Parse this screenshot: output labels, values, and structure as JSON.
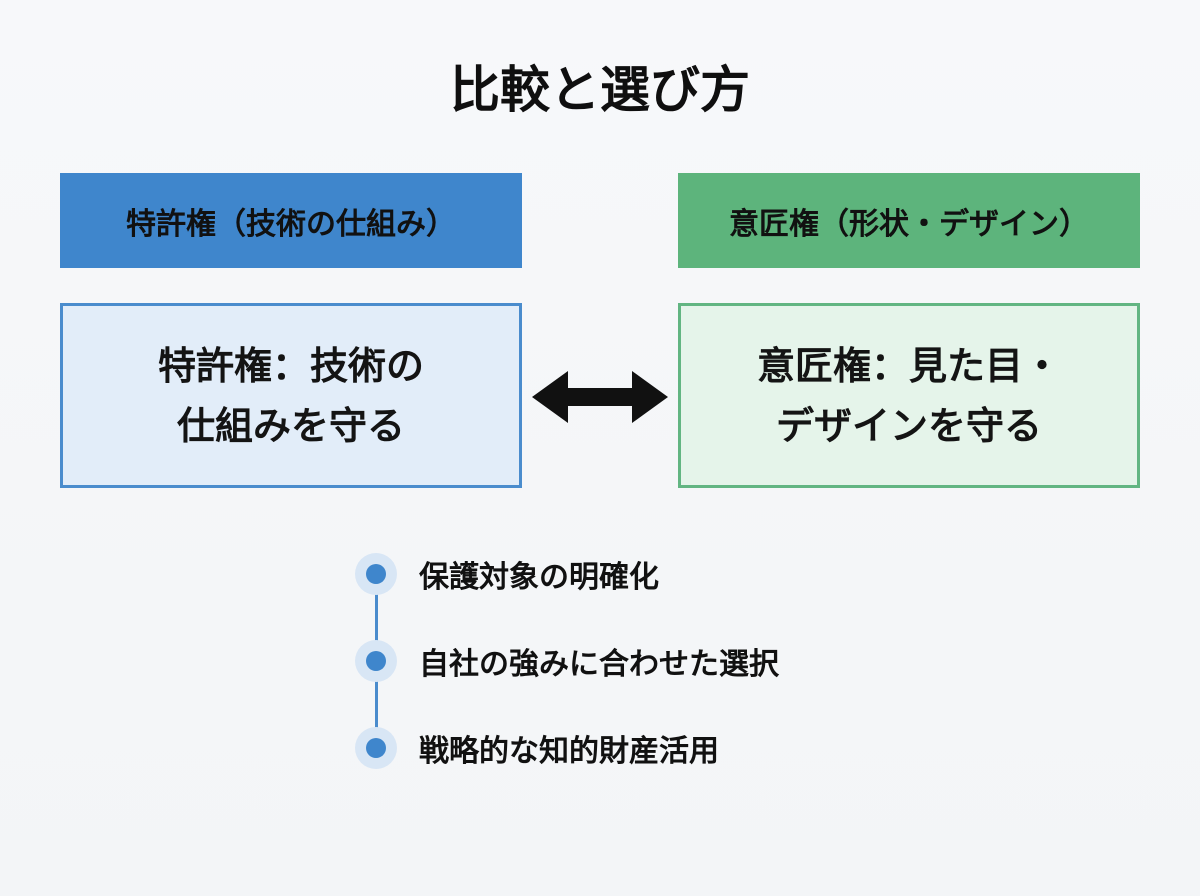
{
  "title": "比較と選び方",
  "left": {
    "header": "特許権（技術の仕組み）",
    "body_line1": "特許権：技術の",
    "body_line2": "仕組みを守る",
    "color": "#3f86cc"
  },
  "right": {
    "header": "意匠権（形状・デザイン）",
    "body_line1": "意匠権：見た目・",
    "body_line2": "デザインを守る",
    "color": "#5db47c"
  },
  "arrow_icon": "double-headed-arrow",
  "timeline": {
    "items": [
      {
        "label": "保護対象の明確化"
      },
      {
        "label": "自社の強みに合わせた選択"
      },
      {
        "label": "戦略的な知的財産活用"
      }
    ]
  }
}
